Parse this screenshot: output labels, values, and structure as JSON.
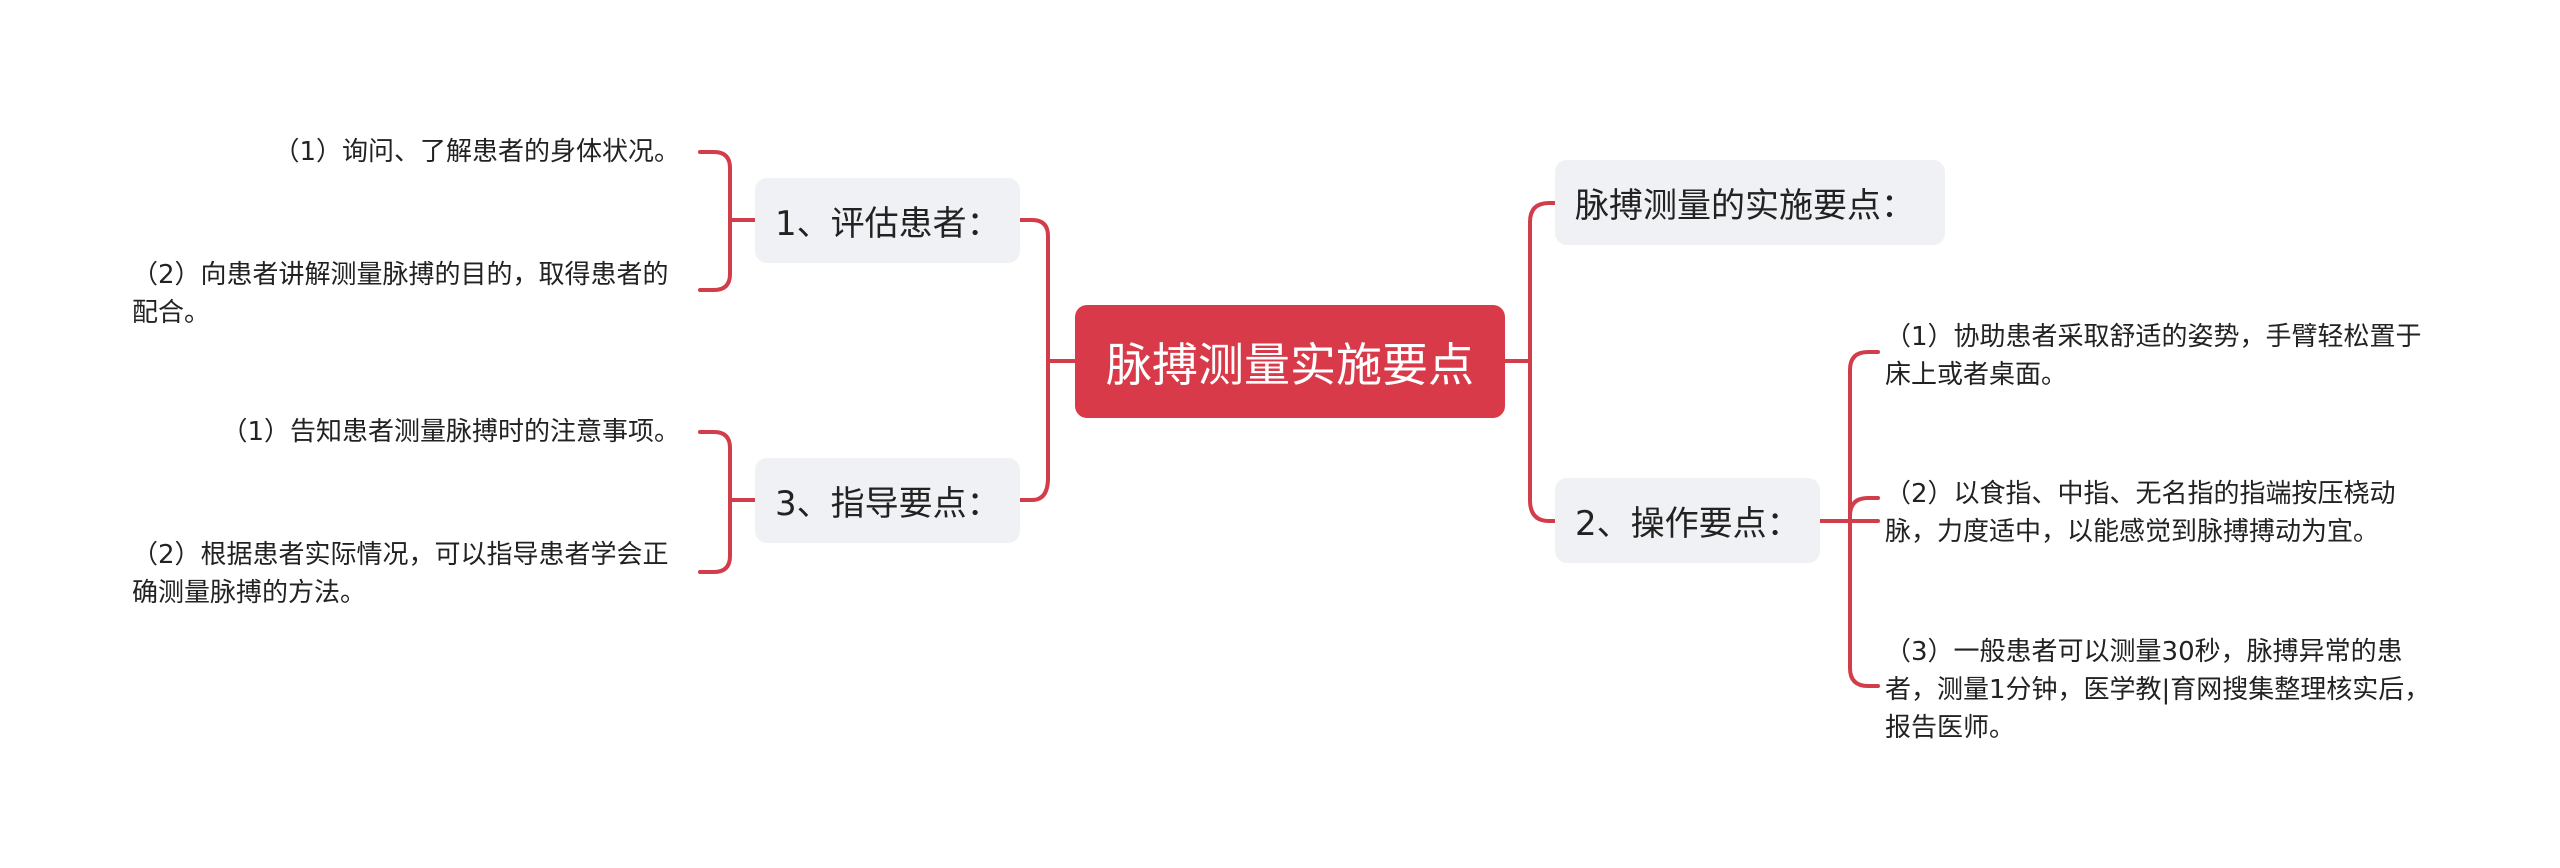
{
  "colors": {
    "root_bg": "#d93a49",
    "root_text": "#ffffff",
    "branch_bg": "#eff1f4",
    "connector": "#d23d4b",
    "text": "#222222"
  },
  "root": {
    "label": "脉搏测量实施要点"
  },
  "branches": {
    "assess": {
      "label": "1、评估患者：",
      "items": [
        "（1）询问、了解患者的身体状况。",
        "（2）向患者讲解测量脉搏的目的，取得患者的配合。"
      ]
    },
    "guide": {
      "label": "3、指导要点：",
      "items": [
        "（1）告知患者测量脉搏时的注意事项。",
        "（2）根据患者实际情况，可以指导患者学会正确测量脉搏的方法。"
      ]
    },
    "implement": {
      "label": "脉搏测量的实施要点："
    },
    "operate": {
      "label": "2、操作要点：",
      "items": [
        "（1）协助患者采取舒适的姿势，手臂轻松置于床上或者桌面。",
        "（2）以食指、中指、无名指的指端按压桡动脉，力度适中，以能感觉到脉搏搏动为宜。",
        "（3）一般患者可以测量30秒，脉搏异常的患者，测量1分钟，医学教|育网搜集整理核实后，报告医师。"
      ]
    }
  }
}
